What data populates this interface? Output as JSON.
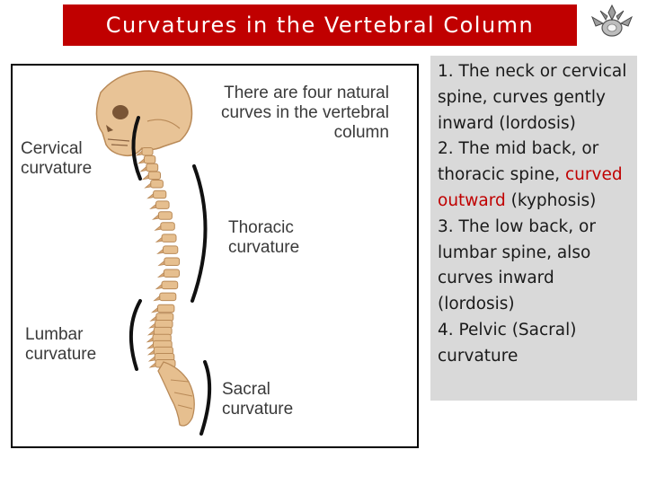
{
  "slide": {
    "title": "Curvatures in the Vertebral Column",
    "figure_labels": {
      "intro_line1": "There are four natural",
      "intro_line2": "curves in the vertebral",
      "intro_line3": "column",
      "cervical_line1": "Cervical",
      "cervical_line2": "curvature",
      "thoracic_line1": "Thoracic",
      "thoracic_line2": "curvature",
      "lumbar_line1": "Lumbar",
      "lumbar_line2": "curvature",
      "sacral_line1": "Sacral",
      "sacral_line2": "curvature"
    },
    "points": {
      "p1": "1. The neck or cervical spine, curves gently inward (lordosis)",
      "p2_before": "2. The mid back, or thoracic spine, ",
      "p2_highlight": "curved outward",
      "p2_after": " (kyphosis)",
      "p3": "3. The low back, or lumbar spine, also curves inward (lordosis)",
      "p4": "4. Pelvic (Sacral) curvature"
    }
  },
  "colors": {
    "title_bg": "#c00000",
    "title_text": "#ffffff",
    "panel_bg": "#d9d9d9",
    "highlight": "#c00000",
    "bone": "#e6bf8f"
  },
  "icons": {
    "corner": "vertebra-icon"
  }
}
